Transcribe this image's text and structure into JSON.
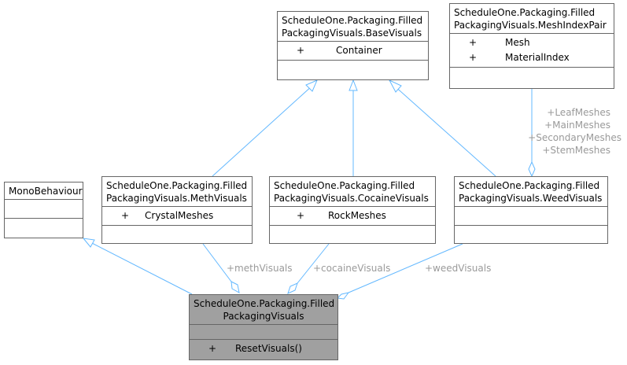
{
  "classes": {
    "base_visuals": {
      "title_line1": "ScheduleOne.Packaging.Filled",
      "title_line2": "PackagingVisuals.BaseVisuals",
      "attributes": [
        {
          "visibility": "+",
          "name": "Container"
        }
      ]
    },
    "mesh_index_pair": {
      "title_line1": "ScheduleOne.Packaging.Filled",
      "title_line2": "PackagingVisuals.MeshIndexPair",
      "attributes": [
        {
          "visibility": "+",
          "name": "Mesh"
        },
        {
          "visibility": "+",
          "name": "MaterialIndex"
        }
      ]
    },
    "mono_behaviour": {
      "title_line1": "MonoBehaviour"
    },
    "meth_visuals": {
      "title_line1": "ScheduleOne.Packaging.Filled",
      "title_line2": "PackagingVisuals.MethVisuals",
      "attributes": [
        {
          "visibility": "+",
          "name": "CrystalMeshes"
        }
      ]
    },
    "cocaine_visuals": {
      "title_line1": "ScheduleOne.Packaging.Filled",
      "title_line2": "PackagingVisuals.CocaineVisuals",
      "attributes": [
        {
          "visibility": "+",
          "name": "RockMeshes"
        }
      ]
    },
    "weed_visuals": {
      "title_line1": "ScheduleOne.Packaging.Filled",
      "title_line2": "PackagingVisuals.WeedVisuals"
    },
    "packaging_visuals": {
      "title_line1": "ScheduleOne.Packaging.Filled",
      "title_line2": "PackagingVisuals",
      "methods": [
        {
          "visibility": "+",
          "name": "ResetVisuals()"
        }
      ]
    }
  },
  "edge_labels": {
    "leaf_meshes": "+LeafMeshes",
    "main_meshes": "+MainMeshes",
    "secondary_meshes": "+SecondaryMeshes",
    "stem_meshes": "+StemMeshes",
    "meth_visuals": "+methVisuals",
    "cocaine_visuals": "+cocaineVisuals",
    "weed_visuals": "+weedVisuals"
  },
  "colors": {
    "edge": "#63b8ff",
    "box_border": "#666666",
    "main_fill": "#a0a0a0",
    "label": "#9a9a9a"
  }
}
